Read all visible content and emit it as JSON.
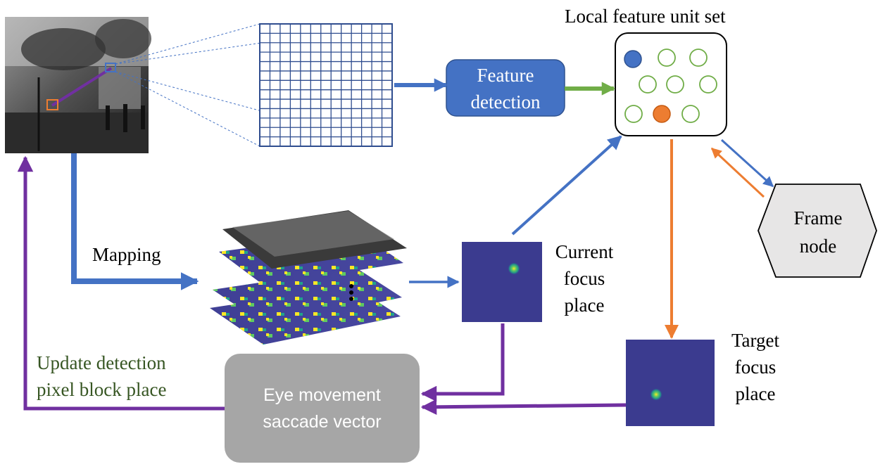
{
  "labels": {
    "local_feature_unit_set": "Local feature unit set",
    "feature_detection": [
      "Feature",
      "detection"
    ],
    "frame_node": [
      "Frame",
      "node"
    ],
    "mapping": "Mapping",
    "current_focus_place": [
      "Current",
      "focus",
      "place"
    ],
    "target_focus_place": [
      "Target",
      "focus",
      "place"
    ],
    "update_detection": [
      "Update detection",
      "pixel block place"
    ],
    "eye_movement": [
      "Eye movement",
      "saccade vector"
    ]
  },
  "colors": {
    "blue_arrow": "#4472c4",
    "green_arrow": "#70ad47",
    "orange_arrow": "#ed7d31",
    "purple_arrow": "#7030a0",
    "feature_box": "#4472c4",
    "eye_box": "#a6a6a6",
    "frame_node_fill": "#e7e6e6",
    "heatmap_bg": "#3b3b8f",
    "update_text": "#375623",
    "blue_unit": "#4472c4",
    "orange_unit": "#ed7d31",
    "green_unit_outline": "#70ad47"
  }
}
